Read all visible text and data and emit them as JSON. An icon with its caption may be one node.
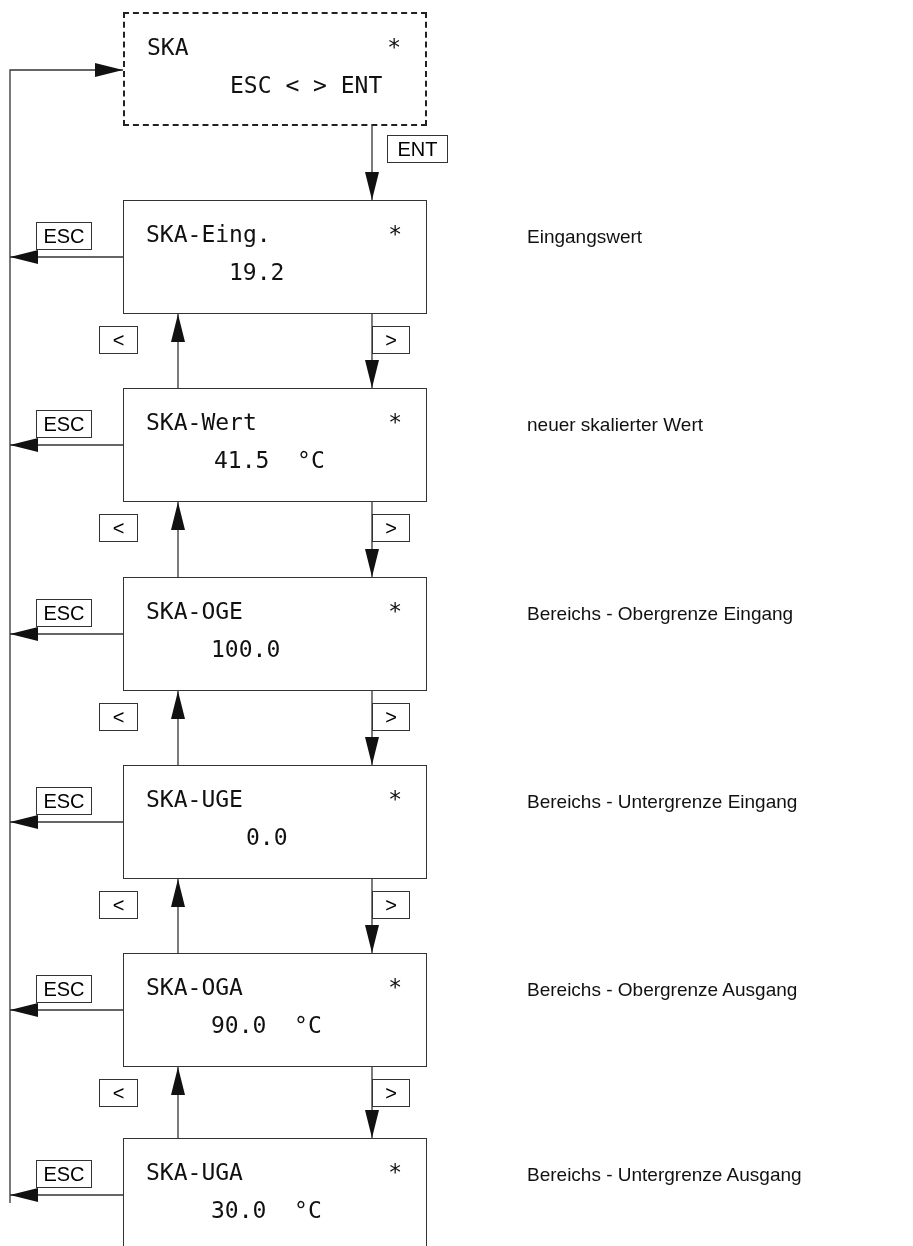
{
  "diagram": {
    "nodes": [
      {
        "text": [
          "SKA",
          "*",
          "ESC < > ENT"
        ]
      },
      {
        "text": [
          "SKA-Eing.",
          "*",
          "19.2"
        ]
      },
      {
        "text": [
          "SKA-Wert",
          "*",
          "41.5  °C"
        ]
      },
      {
        "text": [
          "SKA-OGE",
          "*",
          "100.0"
        ]
      },
      {
        "text": [
          "SKA-UGE",
          "*",
          "0.0"
        ]
      },
      {
        "text": [
          "SKA-OGA",
          "*",
          "90.0  °C"
        ]
      },
      {
        "text": [
          "SKA-UGA",
          "*",
          "30.0  °C"
        ]
      }
    ],
    "edges": [
      {
        "from": 0,
        "to": 1,
        "arrow": "to",
        "label": "ENT"
      },
      {
        "from": 1,
        "to": 0,
        "arrow": "to",
        "label": "ESC"
      },
      {
        "from": 1,
        "to": 2,
        "arrow": "to",
        "label": ">"
      },
      {
        "from": 2,
        "to": 1,
        "arrow": "to",
        "label": "<"
      },
      {
        "from": 2,
        "to": 0,
        "arrow": "to",
        "label": "ESC"
      },
      {
        "from": 2,
        "to": 3,
        "arrow": "to",
        "label": ">"
      },
      {
        "from": 3,
        "to": 2,
        "arrow": "to",
        "label": "<"
      },
      {
        "from": 3,
        "to": 0,
        "arrow": "to",
        "label": "ESC"
      },
      {
        "from": 3,
        "to": 4,
        "arrow": "to",
        "label": ">"
      },
      {
        "from": 4,
        "to": 3,
        "arrow": "to",
        "label": "<"
      },
      {
        "from": 4,
        "to": 0,
        "arrow": "to",
        "label": "ESC"
      },
      {
        "from": 4,
        "to": 5,
        "arrow": "to",
        "label": ">"
      },
      {
        "from": 5,
        "to": 4,
        "arrow": "to",
        "label": "<"
      },
      {
        "from": 5,
        "to": 0,
        "arrow": "to",
        "label": "ESC"
      },
      {
        "from": 5,
        "to": 6,
        "arrow": "to",
        "label": ">"
      },
      {
        "from": 6,
        "to": 5,
        "arrow": "to",
        "label": "<"
      },
      {
        "from": 6,
        "to": 0,
        "arrow": "to",
        "label": "ESC"
      }
    ],
    "labels": [
      "Eingangswert",
      "neuer skalierter Wert",
      "Bereichs - Obergrenze Eingang",
      "Bereichs - Untergrenze Eingang",
      "Bereichs - Obergrenze Ausgang",
      "Bereichs - Untergrenze Ausgang"
    ]
  }
}
